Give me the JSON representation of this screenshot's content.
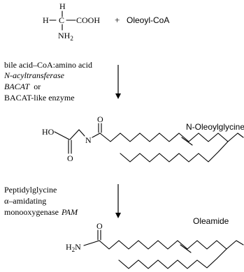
{
  "reactants": {
    "glycine": {
      "atom_h_top": "H",
      "atom_h_left": "H",
      "cooh": "COOH",
      "nh2_main": "NH",
      "nh2_sub": "2"
    },
    "plus": "+",
    "oleoyl_coa": "Oleoyl-CoA"
  },
  "step1": {
    "line1": "bile acid–CoA:amino acid",
    "line2": "N-acyltransferase",
    "line3": "BACAT",
    "line3_tail": "  or",
    "line4": "BACAT-like enzyme"
  },
  "product1": {
    "name": "N-Oleoylglycine",
    "ho": "HO",
    "n": "N",
    "o_amide": "O",
    "o_acid": "O"
  },
  "step2": {
    "line1": "Peptidylglycine",
    "line2": "α–amidating",
    "line3": "monooxygenase",
    "line3_enzyme": "PAM"
  },
  "product2": {
    "name": "Oleamide",
    "h2n_h": "H",
    "h2n_sub": "2",
    "h2n_n": "N",
    "o_amide": "O"
  }
}
